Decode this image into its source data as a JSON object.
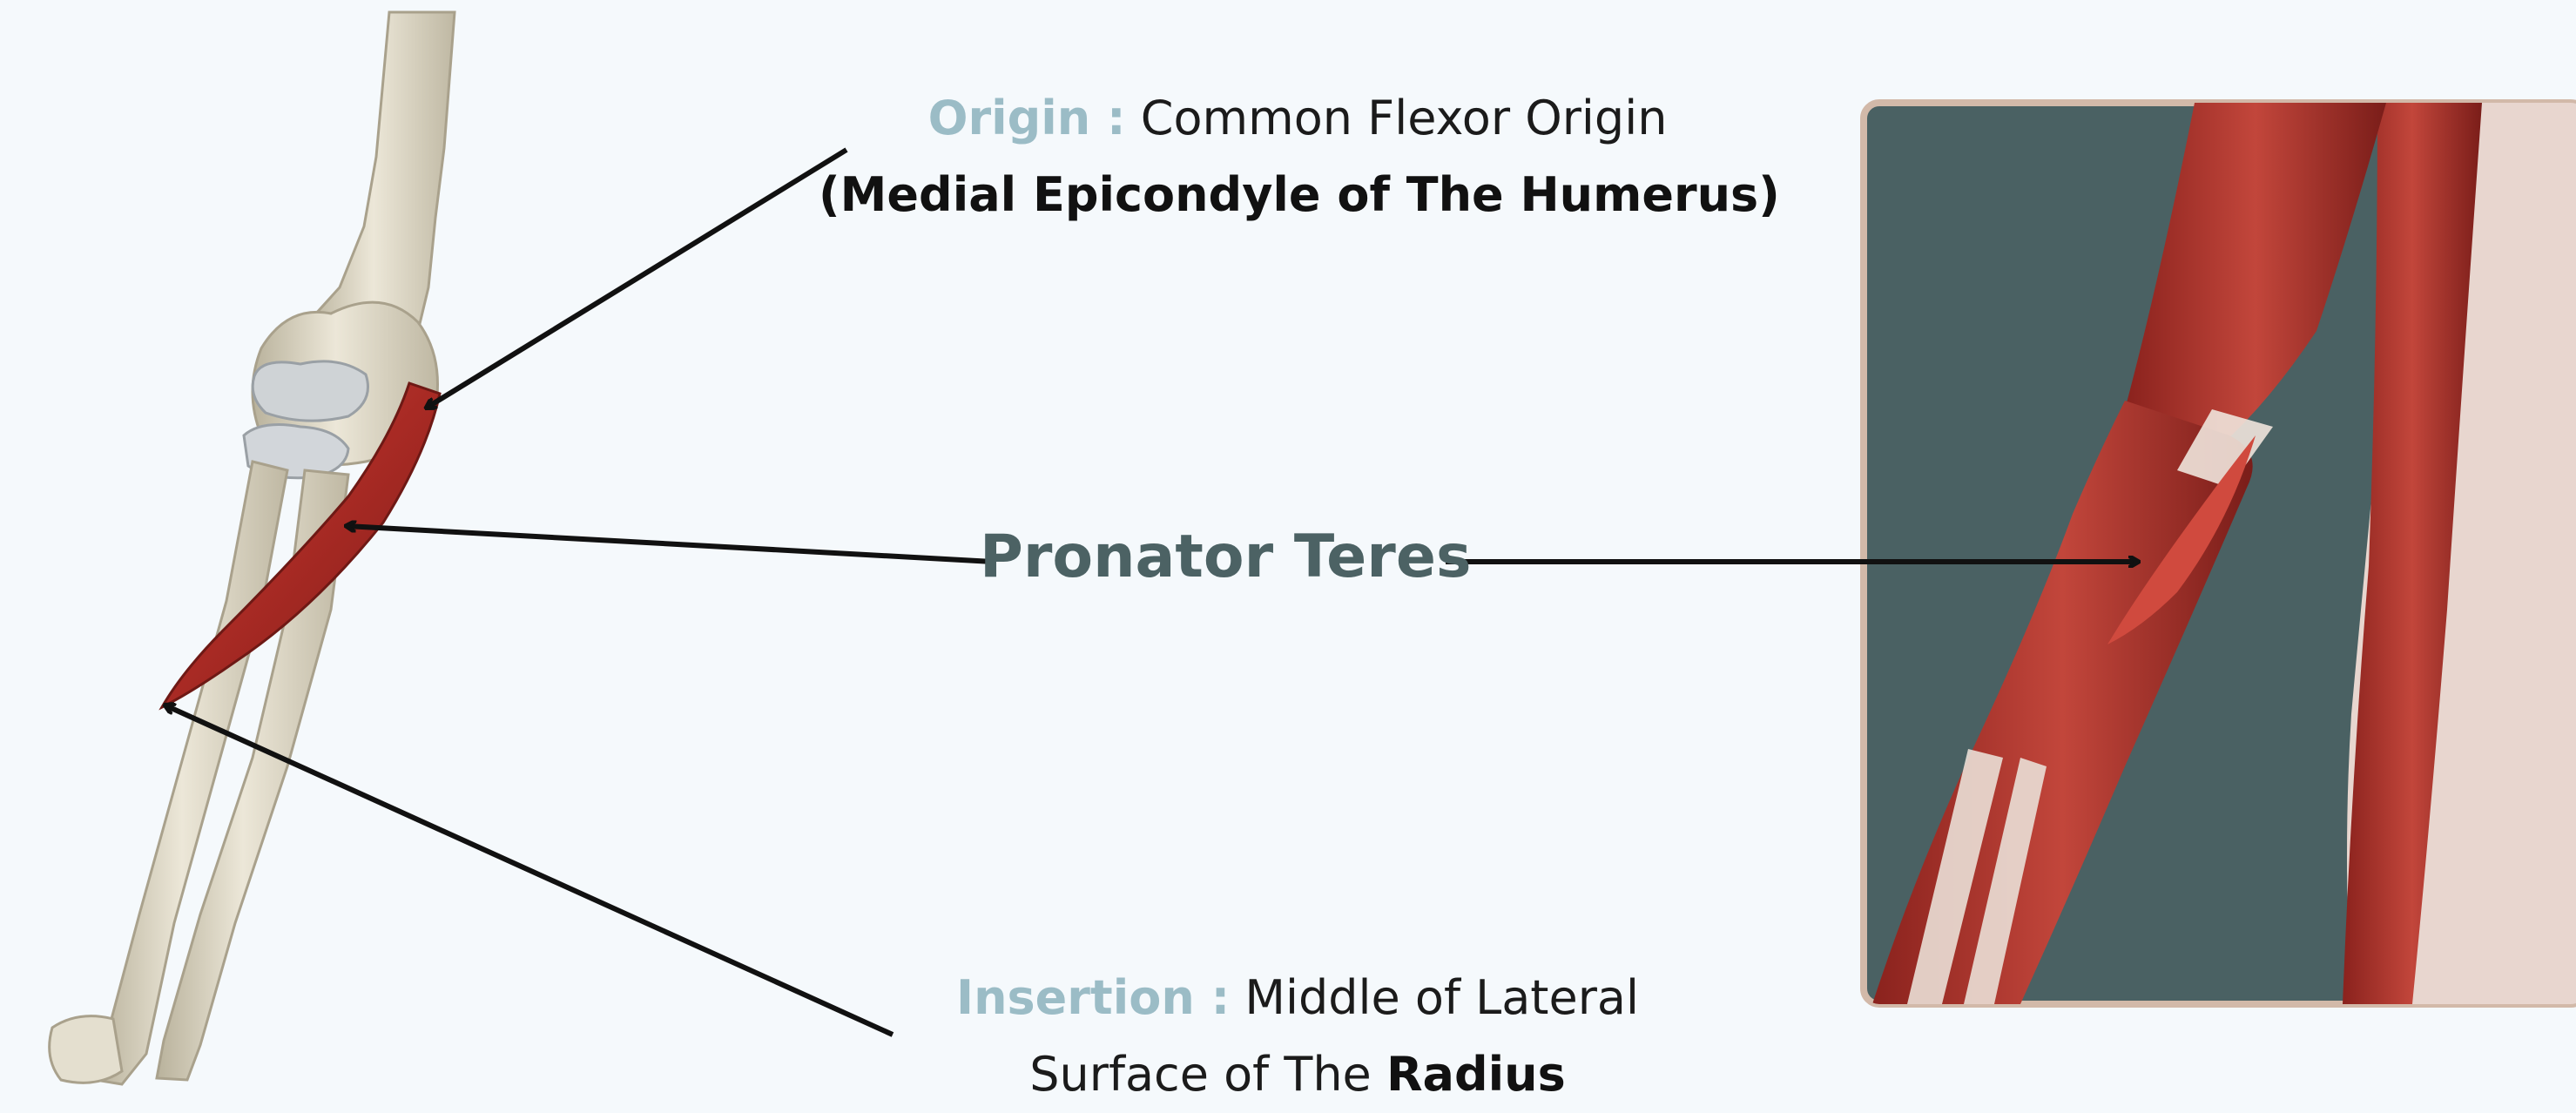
{
  "origin": {
    "heading": "Origin :",
    "text": "Common Flexor Origin",
    "detail": "(Medial Epicondyle of The Humerus)"
  },
  "muscle": {
    "name": "Pronator Teres"
  },
  "insertion": {
    "heading": "Insertion :",
    "text_line1": "Middle of Lateral",
    "text_line2_prefix": "Surface of The",
    "text_line2_bold": "Radius"
  },
  "colors": {
    "background": "#f5f9fc",
    "accent": "#9bbcc6",
    "muscle_name": "#4c6264",
    "muscle_red": "#b3332c",
    "bone": "#dcd6c5",
    "panel_bg": "#4a6163",
    "panel_border": "#d2b9a9"
  }
}
